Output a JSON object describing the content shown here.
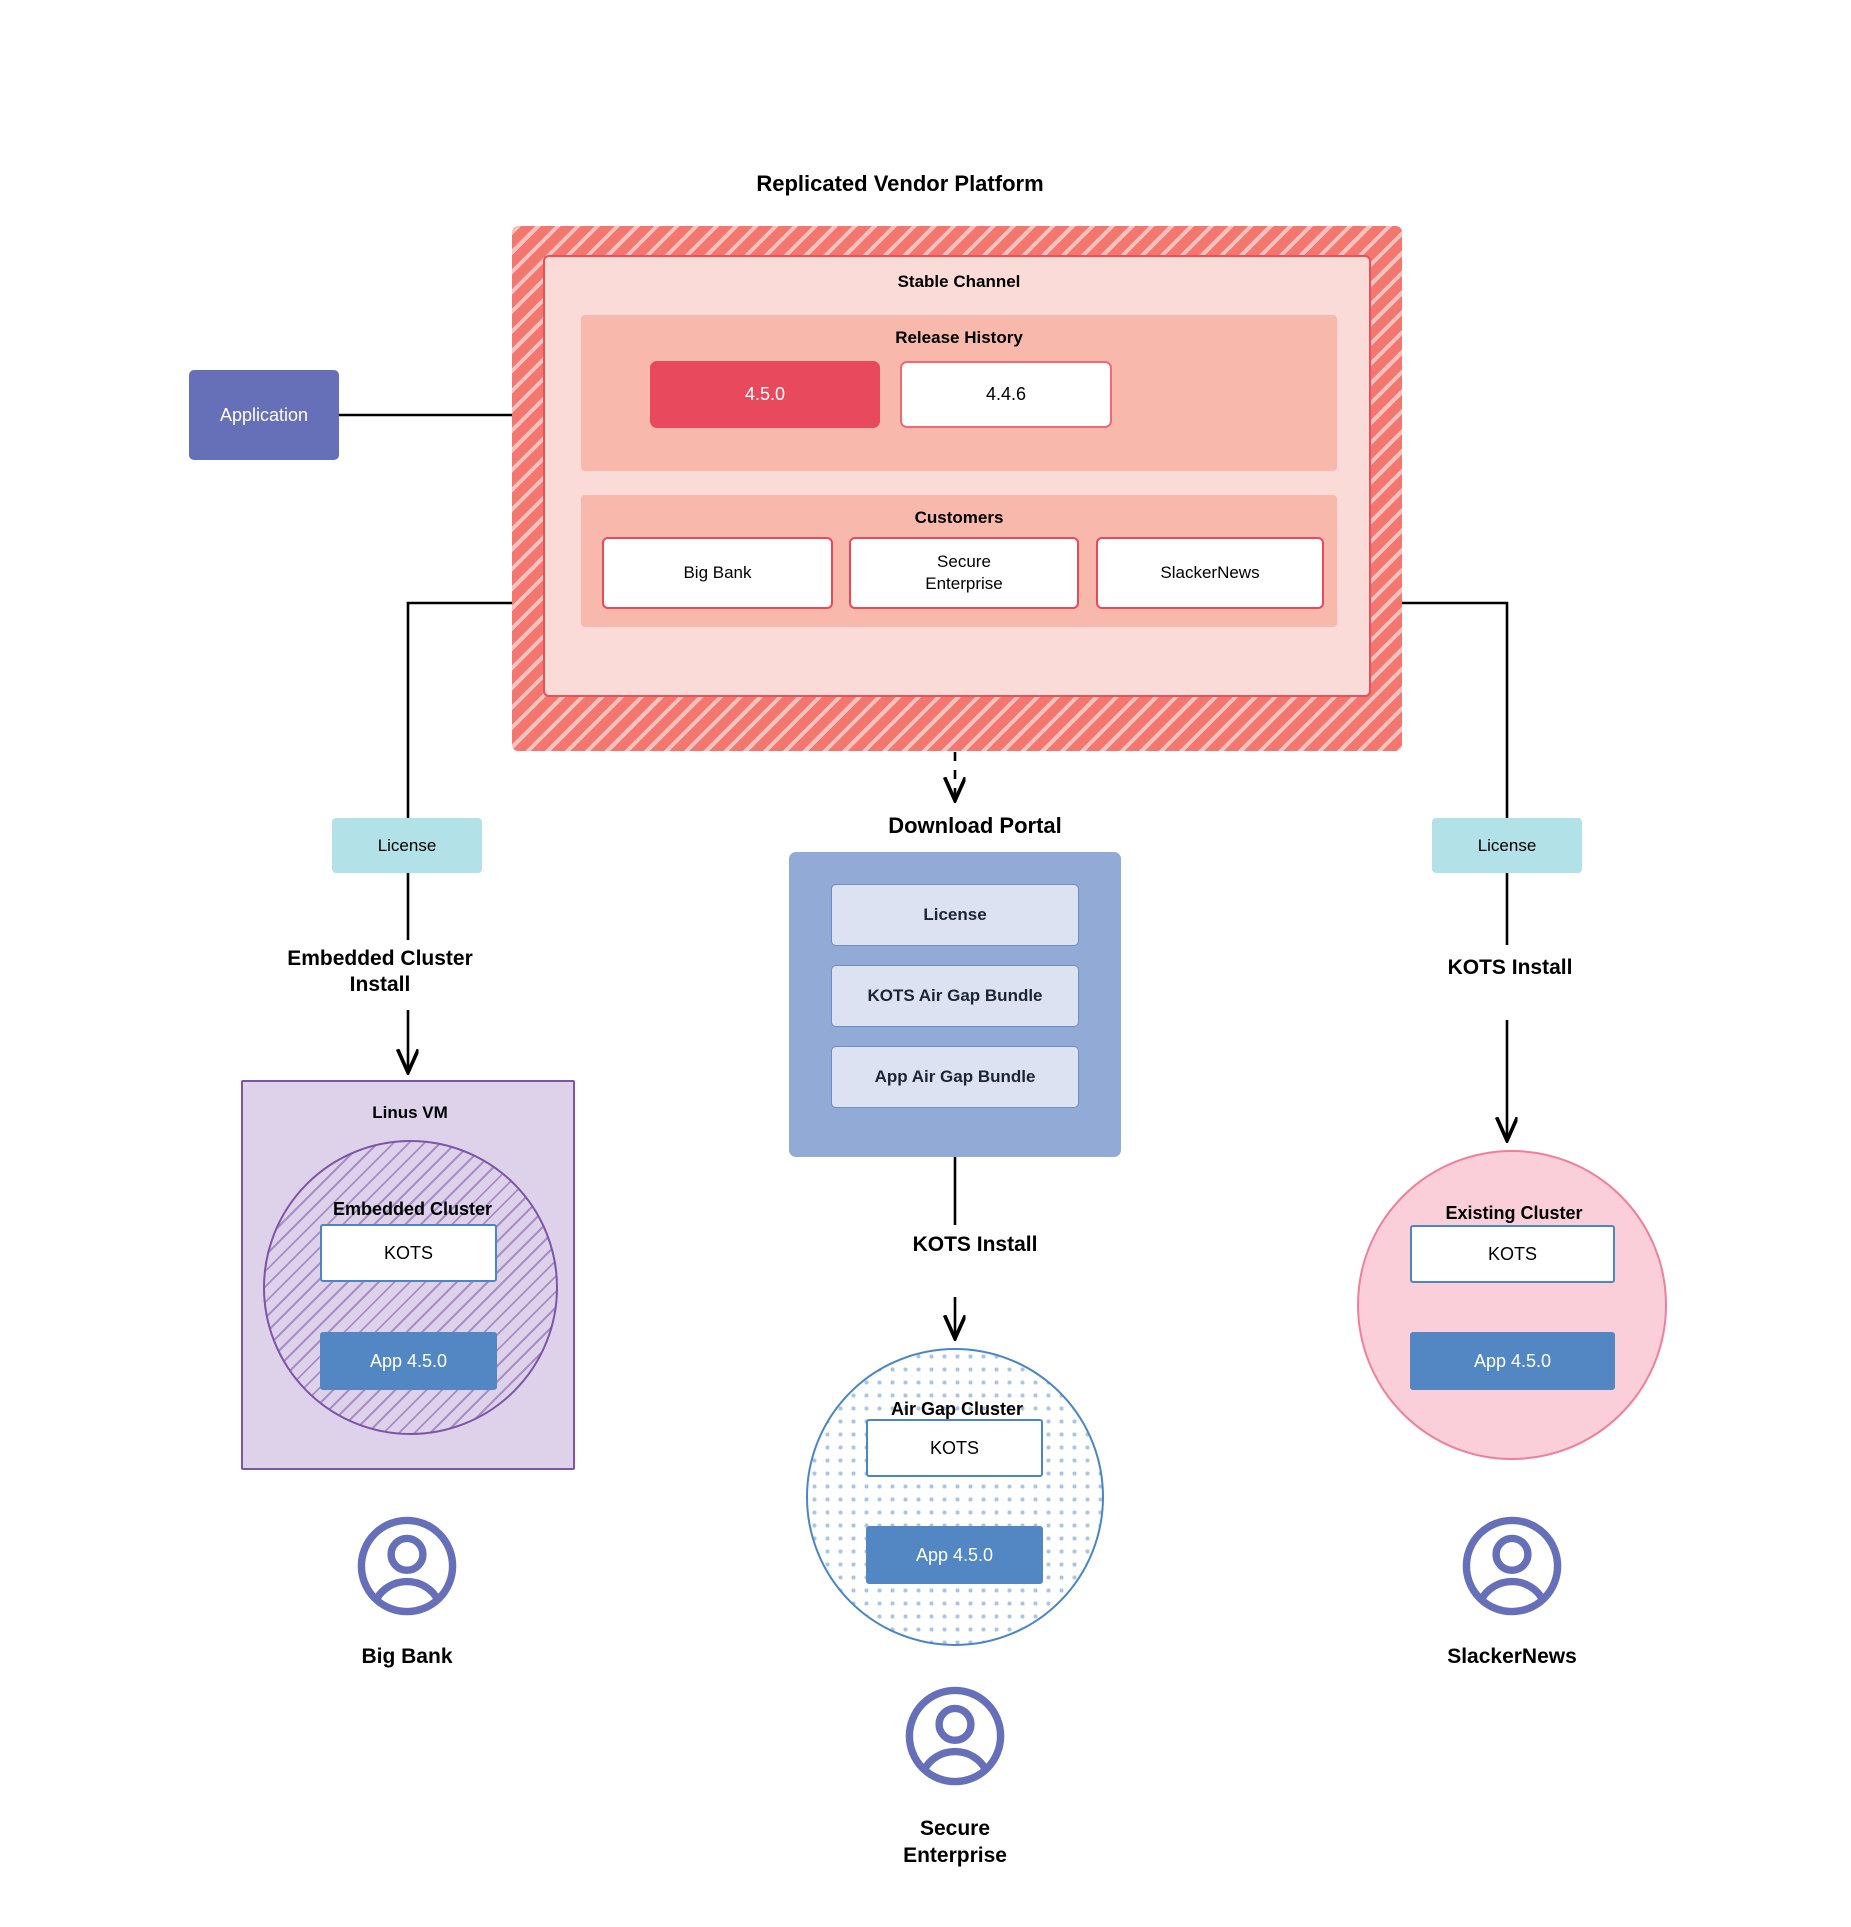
{
  "diagram": {
    "title": "Replicated Vendor Platform",
    "platform": {
      "label": "Replicated Vendor Platform",
      "channel": {
        "label": "Stable Channel",
        "release_history": {
          "label": "Release History",
          "releases": [
            {
              "version": "4.5.0",
              "state": "current"
            },
            {
              "version": "4.4.6",
              "state": "previous"
            }
          ]
        },
        "customers": {
          "label": "Customers",
          "items": [
            {
              "name": "Big Bank"
            },
            {
              "name": "Secure\nEnterprise"
            },
            {
              "name": "SlackerNews"
            }
          ]
        }
      }
    },
    "application": {
      "label": "Application"
    },
    "licenses": {
      "left": "License",
      "right": "License"
    },
    "install_labels": {
      "embedded": "Embedded Cluster\nInstall",
      "kots_center": "KOTS Install",
      "kots_right": "KOTS Install"
    },
    "download_portal": {
      "title": "Download  Portal",
      "items": [
        "License",
        "KOTS Air Gap Bundle",
        "App Air Gap Bundle"
      ]
    },
    "clusters": {
      "left": {
        "host_label": "Linus VM",
        "cluster_label": "Embedded Cluster",
        "kots": "KOTS",
        "app": "App 4.5.0"
      },
      "center": {
        "cluster_label": "Air Gap Cluster",
        "kots": "KOTS",
        "app": "App 4.5.0"
      },
      "right": {
        "cluster_label": "Existing Cluster",
        "kots": "KOTS",
        "app": "App 4.5.0"
      }
    },
    "end_users": [
      {
        "name": "Big Bank"
      },
      {
        "name": "Secure\nEnterprise"
      },
      {
        "name": "SlackerNews"
      }
    ],
    "colors": {
      "platform_hatch": "#f4776f",
      "channel_bg": "#fbdbd7",
      "section_bg": "#f8b8ac",
      "release_current": "#e8495c",
      "border_red": "#e8495c",
      "application": "#6570b8",
      "license": "#b3e1e8",
      "portal_bg": "#92aad6",
      "portal_item": "#dde2f3",
      "vm_bg": "#ddd2ea",
      "vm_border": "#7d54a8",
      "app_node": "#5287c3",
      "kots_border": "#4a86c5",
      "existing_cluster": "#fbcfd9",
      "existing_border": "#ef7f9c",
      "avatar": "#6570b8"
    }
  }
}
